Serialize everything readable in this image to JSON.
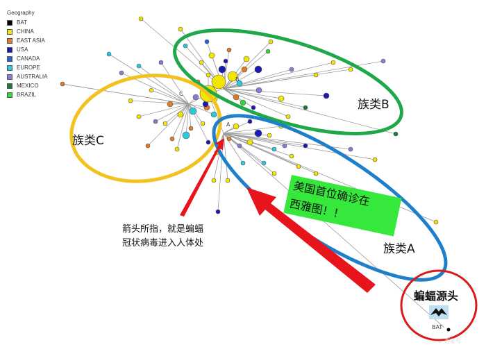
{
  "legend": {
    "title": "Geography",
    "items": [
      {
        "label": "BAT",
        "color": "#000000"
      },
      {
        "label": "CHINA",
        "color": "#f2e600"
      },
      {
        "label": "EAST ASIA",
        "color": "#e07b28"
      },
      {
        "label": "USA",
        "color": "#1a1ab3"
      },
      {
        "label": "CANADA",
        "color": "#2b5fd9"
      },
      {
        "label": "EUROPE",
        "color": "#29c9e0"
      },
      {
        "label": "AUSTRALIA",
        "color": "#8a7ad6"
      },
      {
        "label": "MEXICO",
        "color": "#1a7a3a"
      },
      {
        "label": "BRAZIL",
        "color": "#3ad43a"
      }
    ]
  },
  "clusters": {
    "a_name": "族类A",
    "b_name": "族类B",
    "c_name": "族类C",
    "ellipse_a_color": "#1f7fc9",
    "ellipse_b_color": "#1fa84a",
    "ellipse_c_color": "#f2c21e"
  },
  "node_letters": {
    "a": "A",
    "b": "B",
    "c": "C"
  },
  "annotations": {
    "arrow_note_line1": "箭头所指，就是蝙蝠",
    "arrow_note_line2": "冠状病毒进入人体处",
    "us_case_line1": "美国首位确诊在",
    "us_case_line2": "西雅图！！",
    "bat_source": "蝙蝠源头",
    "bat_node_label": "BAT",
    "arrow_color": "#e8141b",
    "circle_color": "#d91a1a"
  },
  "watermark": "百家号"
}
